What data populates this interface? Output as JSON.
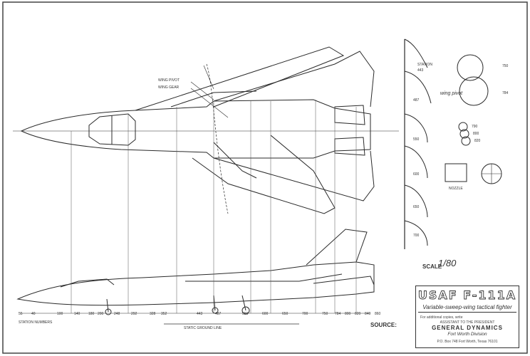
{
  "labels": {
    "wing_pivot": "WING PIVOT",
    "wing_gear": "WING GEAR",
    "wing_pivot_right": "wing pivot",
    "station": "STATION",
    "nozzle": "NOZZLE",
    "scale": "SCALE",
    "scale_value": "1/80",
    "station_numbers": "STATION NUMBERS",
    "static_ground_line": "STATIC GROUND LINE",
    "source": "SOURCE:"
  },
  "cross_section_stations": [
    "443",
    "487",
    "550",
    "600",
    "650",
    "700",
    "750",
    "784"
  ],
  "nozzle_stations": [
    "790",
    "800",
    "820"
  ],
  "station_numbers": [
    "55",
    "40",
    "100",
    "140",
    "180",
    "200",
    "248",
    "292",
    "328",
    "352",
    "443",
    "487",
    "550",
    "600",
    "650",
    "700",
    "750",
    "784",
    "800",
    "820",
    "840",
    "860"
  ],
  "title_block": {
    "title": "USAF F-111A",
    "subtitle": "Variable-sweep-wing tactical fighter",
    "copies_note": "For additional copies, write",
    "assistant": "ASSISTANT TO THE PRESIDENT",
    "company": "GENERAL DYNAMICS",
    "division": "Fort Worth Division",
    "address": "P.O. Box 748 Fort Worth, Texas 76101"
  }
}
